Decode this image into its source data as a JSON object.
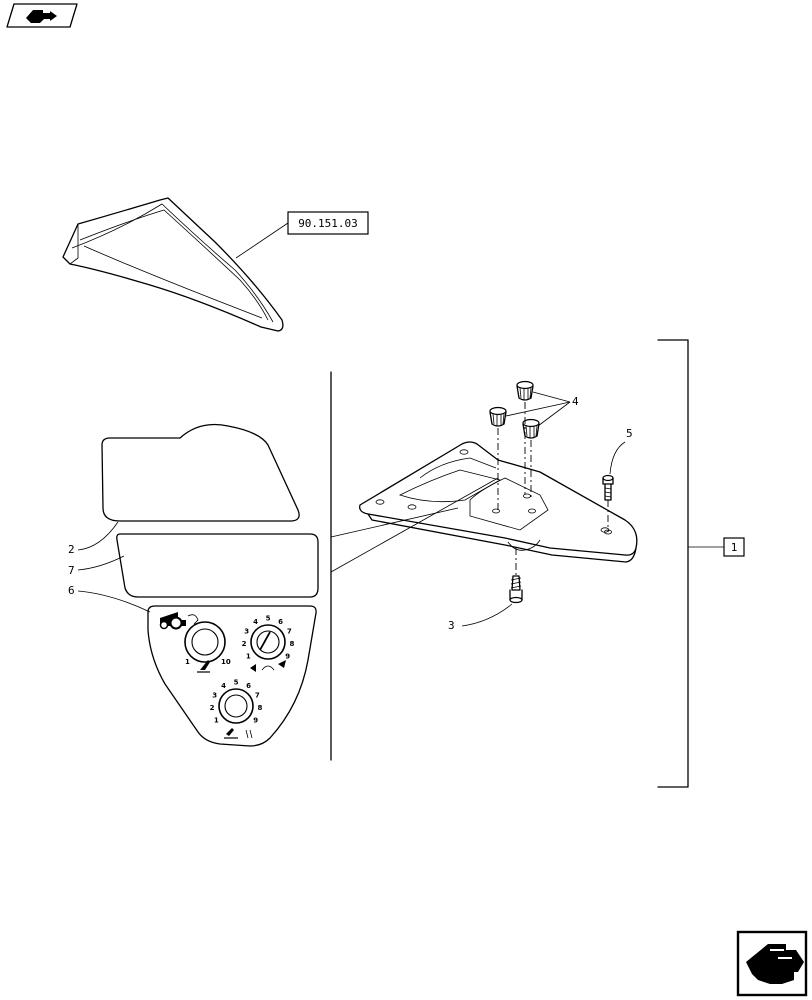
{
  "diagram": {
    "reference_label": "90.151.03",
    "callouts": {
      "c1": "1",
      "c2": "2",
      "c3": "3",
      "c4": "4",
      "c5": "5",
      "c6": "6",
      "c7": "7"
    },
    "dial_left": {
      "min": "1",
      "max": "10"
    },
    "dial_right": [
      "1",
      "2",
      "3",
      "4",
      "5",
      "6",
      "7",
      "8",
      "9"
    ],
    "dial_bottom": [
      "1",
      "2",
      "3",
      "4",
      "5",
      "6",
      "7",
      "8",
      "9"
    ]
  },
  "nav": {
    "top_icon": "hand-pointing-right-icon",
    "bottom_icon": "hand-pointing-right-icon"
  }
}
